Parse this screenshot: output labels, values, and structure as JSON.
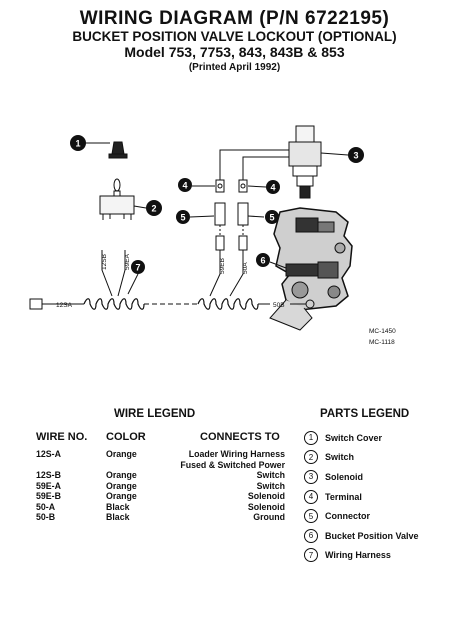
{
  "header": {
    "title": "WIRING DIAGRAM (P/N 6722195)",
    "subtitle": "BUCKET POSITION VALVE LOCKOUT (OPTIONAL)",
    "models": "Model 753, 7753, 843, 843B & 853",
    "printed": "(Printed April 1992)"
  },
  "diagram_labels": {
    "wire_12sa": "12SA",
    "wire_12sb": "12SB",
    "wire_59ea": "59EA",
    "wire_59eb": "59EB",
    "wire_50a": "50A",
    "wire_50b": "50B",
    "callouts": [
      "1",
      "2",
      "3",
      "4",
      "4",
      "5",
      "5",
      "6",
      "7"
    ]
  },
  "drawing_codes": [
    "MC-1450",
    "MC-1118"
  ],
  "wire_legend": {
    "heading": "WIRE LEGEND",
    "columns": {
      "wire_no": "WIRE NO.",
      "color": "COLOR",
      "connects_to": "CONNECTS TO"
    },
    "rows": [
      {
        "wire": "12S-A",
        "color": "Orange",
        "connects": "Loader Wiring Harness"
      },
      {
        "wire": "",
        "color": "",
        "connects": "Fused & Switched Power"
      },
      {
        "wire": "12S-B",
        "color": "Orange",
        "connects": "Switch"
      },
      {
        "wire": "59E-A",
        "color": "Orange",
        "connects": "Switch"
      },
      {
        "wire": "59E-B",
        "color": "Orange",
        "connects": "Solenoid"
      },
      {
        "wire": "50-A",
        "color": "Black",
        "connects": "Solenoid"
      },
      {
        "wire": "50-B",
        "color": "Black",
        "connects": "Ground"
      }
    ]
  },
  "parts_legend": {
    "heading": "PARTS LEGEND",
    "items": [
      {
        "num": "1",
        "label": "Switch Cover"
      },
      {
        "num": "2",
        "label": "Switch"
      },
      {
        "num": "3",
        "label": "Solenoid"
      },
      {
        "num": "4",
        "label": "Terminal"
      },
      {
        "num": "5",
        "label": "Connector"
      },
      {
        "num": "6",
        "label": "Bucket Position Valve"
      },
      {
        "num": "7",
        "label": "Wiring Harness"
      }
    ]
  }
}
